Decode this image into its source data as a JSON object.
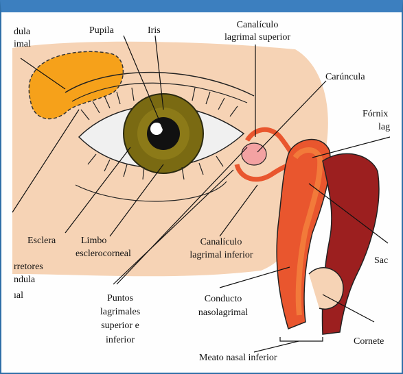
{
  "colors": {
    "skin": "#f6d3b5",
    "gland": "#f6a11a",
    "iris": "#7a6a12",
    "duct": "#e9562e",
    "duct_light": "#f27a3a",
    "sac_dark": "#9c1f1f",
    "caruncle": "#f3a2a2",
    "frame": "#2f6fa8"
  },
  "labels": {
    "glandula": "dula",
    "lagrimal": "imal",
    "pupila": "Pupila",
    "iris": "Iris",
    "can_sup_1": "Canalículo",
    "can_sup_2": "lagrimal superior",
    "caruncula": "Carúncula",
    "fornix_1": "Fórnix",
    "fornix_2": "lag",
    "esclera": "Esclera",
    "limbo_1": "Limbo",
    "limbo_2": "esclerocorneal",
    "can_inf_1": "Canalículo",
    "can_inf_2": "lagrimal inferior",
    "sac": "Sac",
    "excretores_1": "rretores",
    "excretores_2": "ndula",
    "excretores_3": "ıal",
    "puntos_1": "Puntos",
    "puntos_2": "lagrimales",
    "puntos_3": "superior e",
    "puntos_4": "inferior",
    "conducto_1": "Conducto",
    "conducto_2": "nasolagrimal",
    "cornete": "Cornete",
    "meato": "Meato nasal inferior"
  }
}
